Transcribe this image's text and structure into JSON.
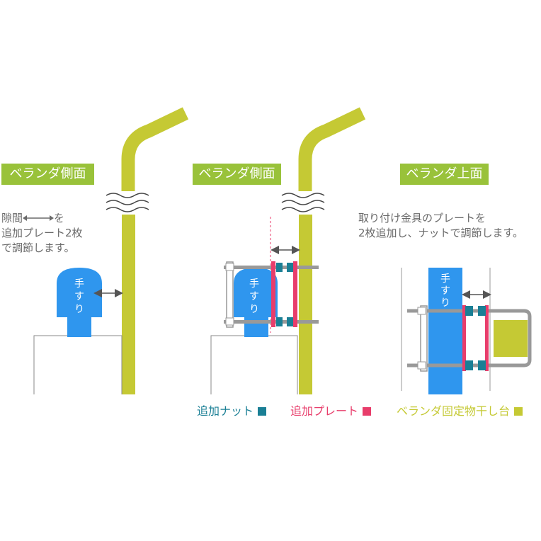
{
  "panels": [
    {
      "title": "ベランダ側面",
      "note_lines": [
        "隙間",
        "を",
        "追加プレート2枚",
        "で調節します。"
      ],
      "handrail": "手すり"
    },
    {
      "title": "ベランダ側面",
      "handrail": "手すり"
    },
    {
      "title": "ベランダ上面",
      "note_lines": [
        "取り付け金具のプレートを",
        "2枚追加し、ナットで調節します。"
      ],
      "handrail": "手すり"
    }
  ],
  "legend": [
    {
      "label": "追加ナット",
      "color": "#1a7f95"
    },
    {
      "label": "追加プレート",
      "color": "#e83d6b"
    },
    {
      "label": "ベランダ固定物干し台",
      "color": "#c5c934"
    }
  ],
  "colors": {
    "pole": "#c5c934",
    "handrail": "#2f96ee",
    "plate": "#e83d6b",
    "nut": "#1a7f95",
    "header": "#99c23a"
  }
}
